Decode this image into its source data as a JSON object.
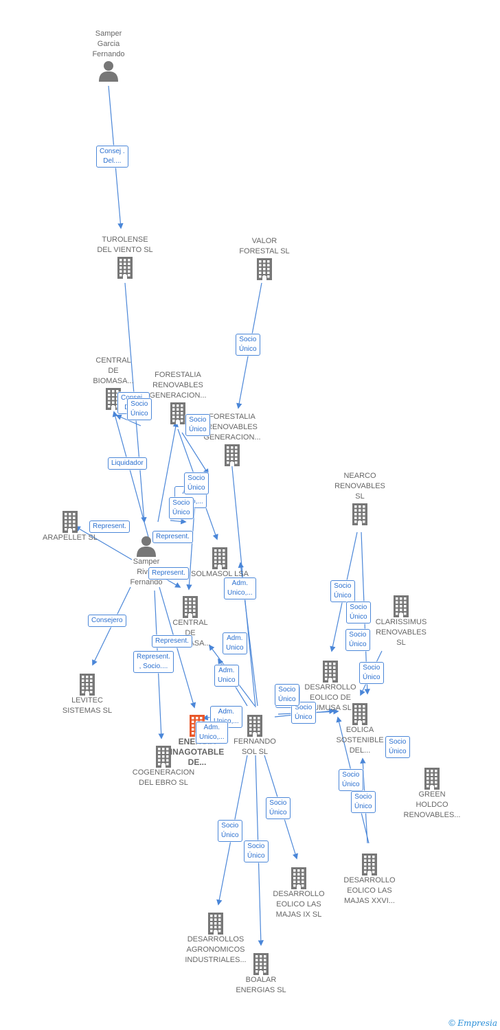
{
  "colors": {
    "edge": "#4a86d8",
    "node": "#777777",
    "focus": "#e8572a",
    "label_border": "#4a86d8",
    "label_text": "#2a6fcf"
  },
  "nodes": [
    {
      "id": "p_garcia",
      "label": "Samper\nGarcia\nFernando",
      "icon": "person-icon"
    },
    {
      "id": "turolense",
      "label": "TUROLENSE\nDEL VIENTO SL",
      "icon": "building-icon"
    },
    {
      "id": "valor",
      "label": "VALOR\nFORESTAL SL",
      "icon": "building-icon"
    },
    {
      "id": "central_bio",
      "label": "CENTRAL\nDE\nBIOMASA...",
      "icon": "building-icon"
    },
    {
      "id": "forestalia1",
      "label": "FORESTALIA\nRENOVABLES\nGENERACION...",
      "icon": "building-icon"
    },
    {
      "id": "forestalia2",
      "label": "FORESTALIA\nRENOVABLES\nGENERACION...",
      "icon": "building-icon"
    },
    {
      "id": "nearco",
      "label": "NEARCO\nRENOVABLES\nSL",
      "icon": "building-icon"
    },
    {
      "id": "arapellet",
      "label": "ARAPELLET  SL",
      "icon": "building-icon"
    },
    {
      "id": "p_rivas",
      "label": "Samper\nRivas\nFernando",
      "icon": "person-icon"
    },
    {
      "id": "solmasol",
      "label": "SOLMASOL  LSA",
      "icon": "building-icon"
    },
    {
      "id": "central2",
      "label": "CENTRAL\nDE\nBIOMASA...",
      "icon": "building-icon"
    },
    {
      "id": "clarissimus",
      "label": "CLARISSIMUS\nRENOVABLES\nSL",
      "icon": "building-icon"
    },
    {
      "id": "levitec",
      "label": "LEVITEC\nSISTEMAS  SL",
      "icon": "building-icon"
    },
    {
      "id": "desarrollo_eolico",
      "label": "DESARROLLO\nEOLICO DE\nLUMUSA SL",
      "icon": "building-icon"
    },
    {
      "id": "energia",
      "label": "ENERGIA\nINAGOTABLE\nDE...",
      "icon": "building-icon",
      "focus": true
    },
    {
      "id": "fernando_sol",
      "label": "FERNANDO\nSOL SL",
      "icon": "building-icon"
    },
    {
      "id": "eolica",
      "label": "EOLICA\nSOSTENIBLE\nDEL...",
      "icon": "building-icon"
    },
    {
      "id": "cogeneracion",
      "label": "COGENERACION\nDEL EBRO  SL",
      "icon": "building-icon"
    },
    {
      "id": "green",
      "label": "GREEN\nHOLDCO\nRENOVABLES...",
      "icon": "building-icon"
    },
    {
      "id": "majas_xxvi",
      "label": "DESARROLLO\nEOLICO LAS\nMAJAS XXVI...",
      "icon": "building-icon"
    },
    {
      "id": "majas_ix",
      "label": "DESARROLLO\nEOLICO LAS\nMAJAS IX  SL",
      "icon": "building-icon"
    },
    {
      "id": "agronomicos",
      "label": "DESARROLLOS\nAGRONOMICOS\nINDUSTRIALES...",
      "icon": "building-icon"
    },
    {
      "id": "boalar",
      "label": "BOALAR\nENERGIAS  SL",
      "icon": "building-icon"
    }
  ],
  "edge_labels": [
    "Consej .\nDel....",
    "Socio\nÚnico",
    "Consej .\nDel....",
    "Socio\nÚnico",
    "Socio\nÚnico",
    "Liquidador",
    "Adm.\nUnico,...",
    "Socio\nÚnico",
    "Socio\nÚnico",
    "Represent.",
    "Represent.",
    "Represent.",
    "Adm.\nUnico,...",
    "Socio\nÚnico",
    "Socio\nÚnico",
    "Socio\nÚnico",
    "Consejero",
    "Adm.\nUnico",
    "Represent.",
    "Represent.\n, Socio....",
    "Adm.\nUnico",
    "Socio\nÚnico",
    "Socio\nÚnico",
    "Socio\nÚnico",
    "Socio\nÚnico",
    "Adm.\nUnico,...",
    "Adm.\nUnico,...",
    "Socio\nÚnico",
    "Socio\nÚnico",
    "Socio\nÚnico",
    "Socio\nÚnico",
    "Socio\nÚnico",
    "Socio\nÚnico"
  ],
  "footer": {
    "symbol": "©",
    "brand": "Empresia"
  }
}
